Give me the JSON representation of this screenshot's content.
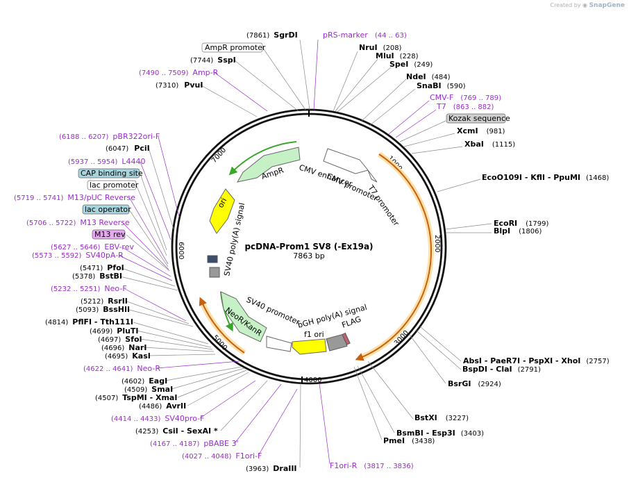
{
  "credit": {
    "prefix": "Created by",
    "brand": "SnapGene"
  },
  "plasmid": {
    "name": "pcDNA-Prom1 SV8 (-Ex19a)",
    "size": "7863 bp",
    "length": 7863
  },
  "ticks": [
    "1000",
    "2000",
    "3000",
    "4000",
    "5000",
    "6000",
    "7000"
  ],
  "features": [
    {
      "label": "CMV enhancer"
    },
    {
      "label": "CMV promoter"
    },
    {
      "label": "T7 promoter"
    },
    {
      "label": "AmpR"
    },
    {
      "label": "ori"
    },
    {
      "label": "SV40 poly(A) signal"
    },
    {
      "label": "bGH poly(A) signal"
    },
    {
      "label": "FLAG"
    },
    {
      "label": "f1 ori"
    },
    {
      "label": "SV40 promoter"
    },
    {
      "label": "NeoR/KanR"
    }
  ],
  "right_labels": [
    {
      "name": "SgrDI",
      "pos": "(7861)"
    },
    {
      "name": "pRS-marker",
      "pos": "(44 .. 63)"
    },
    {
      "name": "NruI",
      "pos": "(208)"
    },
    {
      "name": "MluI",
      "pos": "(228)"
    },
    {
      "name": "SpeI",
      "pos": "(249)"
    },
    {
      "name": "NdeI",
      "pos": "(484)"
    },
    {
      "name": "SnaBI",
      "pos": "(590)"
    },
    {
      "name": "CMV-F",
      "pos": "(769 .. 789)"
    },
    {
      "name": "T7",
      "pos": "(863 .. 882)"
    },
    {
      "name": "Kozak sequence",
      "pos": ""
    },
    {
      "name": "XcmI",
      "pos": "(981)"
    },
    {
      "name": "XbaI",
      "pos": "(1115)"
    },
    {
      "name": "EcoO109I  - KflI  - PpuMI",
      "pos": "(1468)"
    },
    {
      "name": "EcoRI",
      "pos": "(1799)"
    },
    {
      "name": "BlpI",
      "pos": "(1806)"
    },
    {
      "name": "AbsI  - PaeR7I  - PspXI  - XhoI",
      "pos": "(2757)"
    },
    {
      "name": "BspDI  - ClaI",
      "pos": "(2791)"
    },
    {
      "name": "BsrGI",
      "pos": "(2924)"
    },
    {
      "name": "BstXI",
      "pos": "(3227)"
    },
    {
      "name": "BsmBI  - Esp3I",
      "pos": "(3403)"
    },
    {
      "name": "PmeI",
      "pos": "(3438)"
    },
    {
      "name": "F1ori-R",
      "pos": "(3817 .. 3836)"
    },
    {
      "name": "DraIII",
      "pos": "(3963)"
    }
  ],
  "left_labels": [
    {
      "name": "AmpR promoter",
      "pos": ""
    },
    {
      "name": "SspI",
      "pos": "(7744)"
    },
    {
      "name": "Amp-R",
      "pos": "(7490 .. 7509)"
    },
    {
      "name": "PvuI",
      "pos": "(7310)"
    },
    {
      "name": "pBR322ori-F",
      "pos": "(6188 .. 6207)"
    },
    {
      "name": "PciI",
      "pos": "(6047)"
    },
    {
      "name": "L4440",
      "pos": "(5937 .. 5954)"
    },
    {
      "name": "CAP binding site",
      "pos": ""
    },
    {
      "name": "lac promoter",
      "pos": ""
    },
    {
      "name": "M13/pUC Reverse",
      "pos": "(5719 .. 5741)"
    },
    {
      "name": "lac operator",
      "pos": ""
    },
    {
      "name": "M13 Reverse",
      "pos": "(5706 .. 5722)"
    },
    {
      "name": "M13 rev",
      "pos": ""
    },
    {
      "name": "EBV-rev",
      "pos": "(5627 .. 5646)"
    },
    {
      "name": "SV40pA-R",
      "pos": "(5573 .. 5592)"
    },
    {
      "name": "PfoI",
      "pos": "(5471)"
    },
    {
      "name": "BstBI",
      "pos": "(5378)"
    },
    {
      "name": "Neo-F",
      "pos": "(5232 .. 5251)"
    },
    {
      "name": "RsrII",
      "pos": "(5212)"
    },
    {
      "name": "BssHII",
      "pos": "(5093)"
    },
    {
      "name": "PflFI  - Tth111I",
      "pos": "(4814)"
    },
    {
      "name": "PluTI",
      "pos": "(4699)"
    },
    {
      "name": "SfoI",
      "pos": "(4697)"
    },
    {
      "name": "NarI",
      "pos": "(4696)"
    },
    {
      "name": "KasI",
      "pos": "(4695)"
    },
    {
      "name": "Neo-R",
      "pos": "(4622 .. 4641)"
    },
    {
      "name": "EagI",
      "pos": "(4602)"
    },
    {
      "name": "SmaI",
      "pos": "(4509)"
    },
    {
      "name": "TspMI  - XmaI",
      "pos": "(4507)"
    },
    {
      "name": "AvrII",
      "pos": "(4486)"
    },
    {
      "name": "SV40pro-F",
      "pos": "(4414 .. 4433)"
    },
    {
      "name": "CsiI  - SexAI *",
      "pos": "(4253)"
    },
    {
      "name": "pBABE 3'",
      "pos": "(4167 .. 4187)"
    },
    {
      "name": "F1ori-F",
      "pos": "(4027 .. 4048)"
    }
  ]
}
